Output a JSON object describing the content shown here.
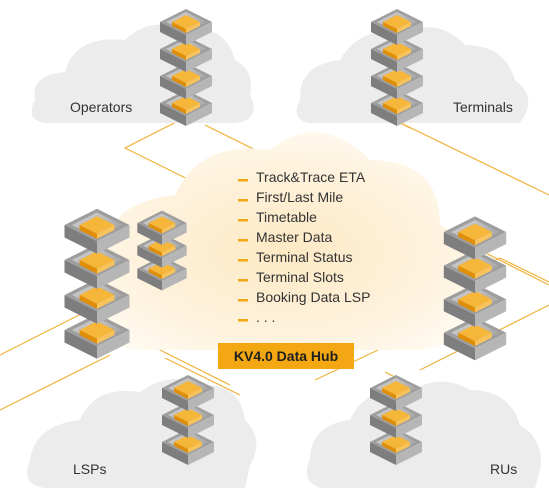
{
  "nodes": {
    "operators": {
      "label": "Operators"
    },
    "terminals": {
      "label": "Terminals"
    },
    "lsps": {
      "label": "LSPs"
    },
    "rus": {
      "label": "RUs"
    }
  },
  "hub": {
    "title": "KV4.0 Data Hub",
    "items": [
      "Track&Trace ETA",
      "First/Last Mile",
      "Timetable",
      "Master Data",
      "Terminal Status",
      "Terminal Slots",
      "Booking Data LSP",
      ". . ."
    ]
  },
  "colors": {
    "accent": "#f3a712",
    "cloud": "#ececec",
    "hub_cloud": "#fdf3df",
    "line": "#f0b23c",
    "text": "#333333",
    "server_orange": "#f5a81c",
    "server_gray": "#8c8c8c"
  },
  "icons": [
    "server-stack-icon",
    "cloud-icon",
    "bullet-dash-icon"
  ]
}
